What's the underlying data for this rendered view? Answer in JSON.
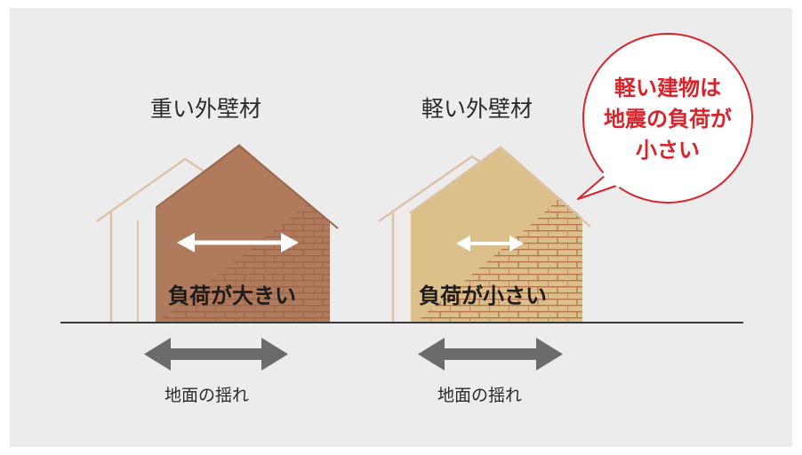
{
  "colors": {
    "background": "#ececec",
    "heavy_wall": "#b07a5c",
    "heavy_brick": "#9d6649",
    "light_wall": "#dcc08a",
    "light_brick": "#b97552",
    "outline": "#dcc3a7",
    "ground_line": "#3a3a3a",
    "shake_arrow": "#6b6b6b",
    "bubble_border": "#d8232a",
    "bubble_text": "#d8232a"
  },
  "heavy_house": {
    "title": "重い外壁材",
    "load_label": "負荷が大きい",
    "ground_label": "地面の揺れ",
    "arrow_icon": "double-arrow-icon"
  },
  "light_house": {
    "title": "軽い外壁材",
    "load_label": "負荷が小さい",
    "ground_label": "地面の揺れ",
    "arrow_icon": "double-arrow-icon"
  },
  "bubble": {
    "line1": "軽い建物は",
    "line2": "地震の負荷が",
    "line3": "小さい"
  }
}
